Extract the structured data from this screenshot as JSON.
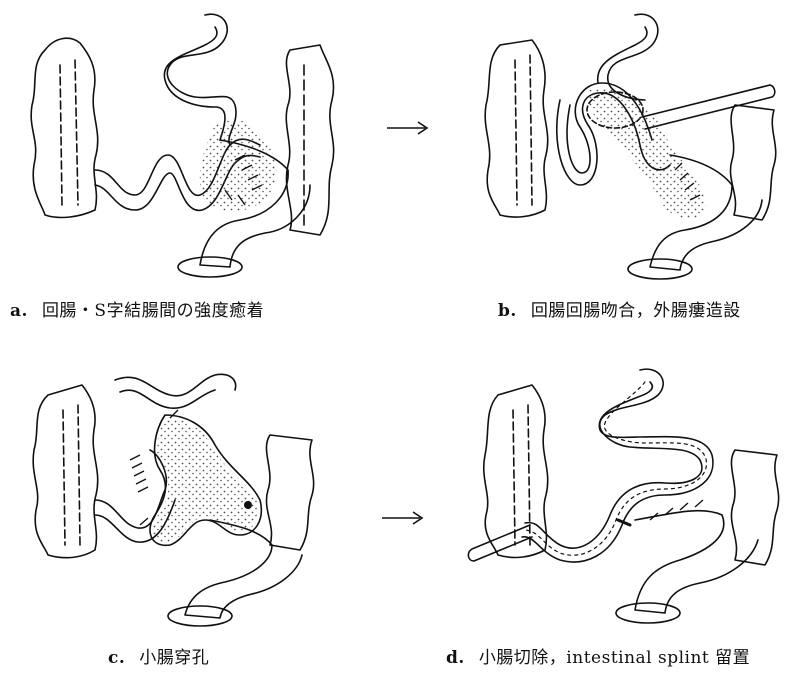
{
  "panels": [
    {
      "letter": "a.",
      "caption": "回腸・S字結腸間の強度癒着"
    },
    {
      "letter": "b.",
      "caption": "回腸回腸吻合，外腸瘻造設"
    },
    {
      "letter": "c.",
      "caption": "小腸穿孔"
    },
    {
      "letter": "d.",
      "caption": "小腸切除，intestinal splint 留置"
    }
  ],
  "arrows": [
    "→",
    "→"
  ],
  "colors": {
    "ink": "#111111",
    "stipple": "#333333"
  }
}
